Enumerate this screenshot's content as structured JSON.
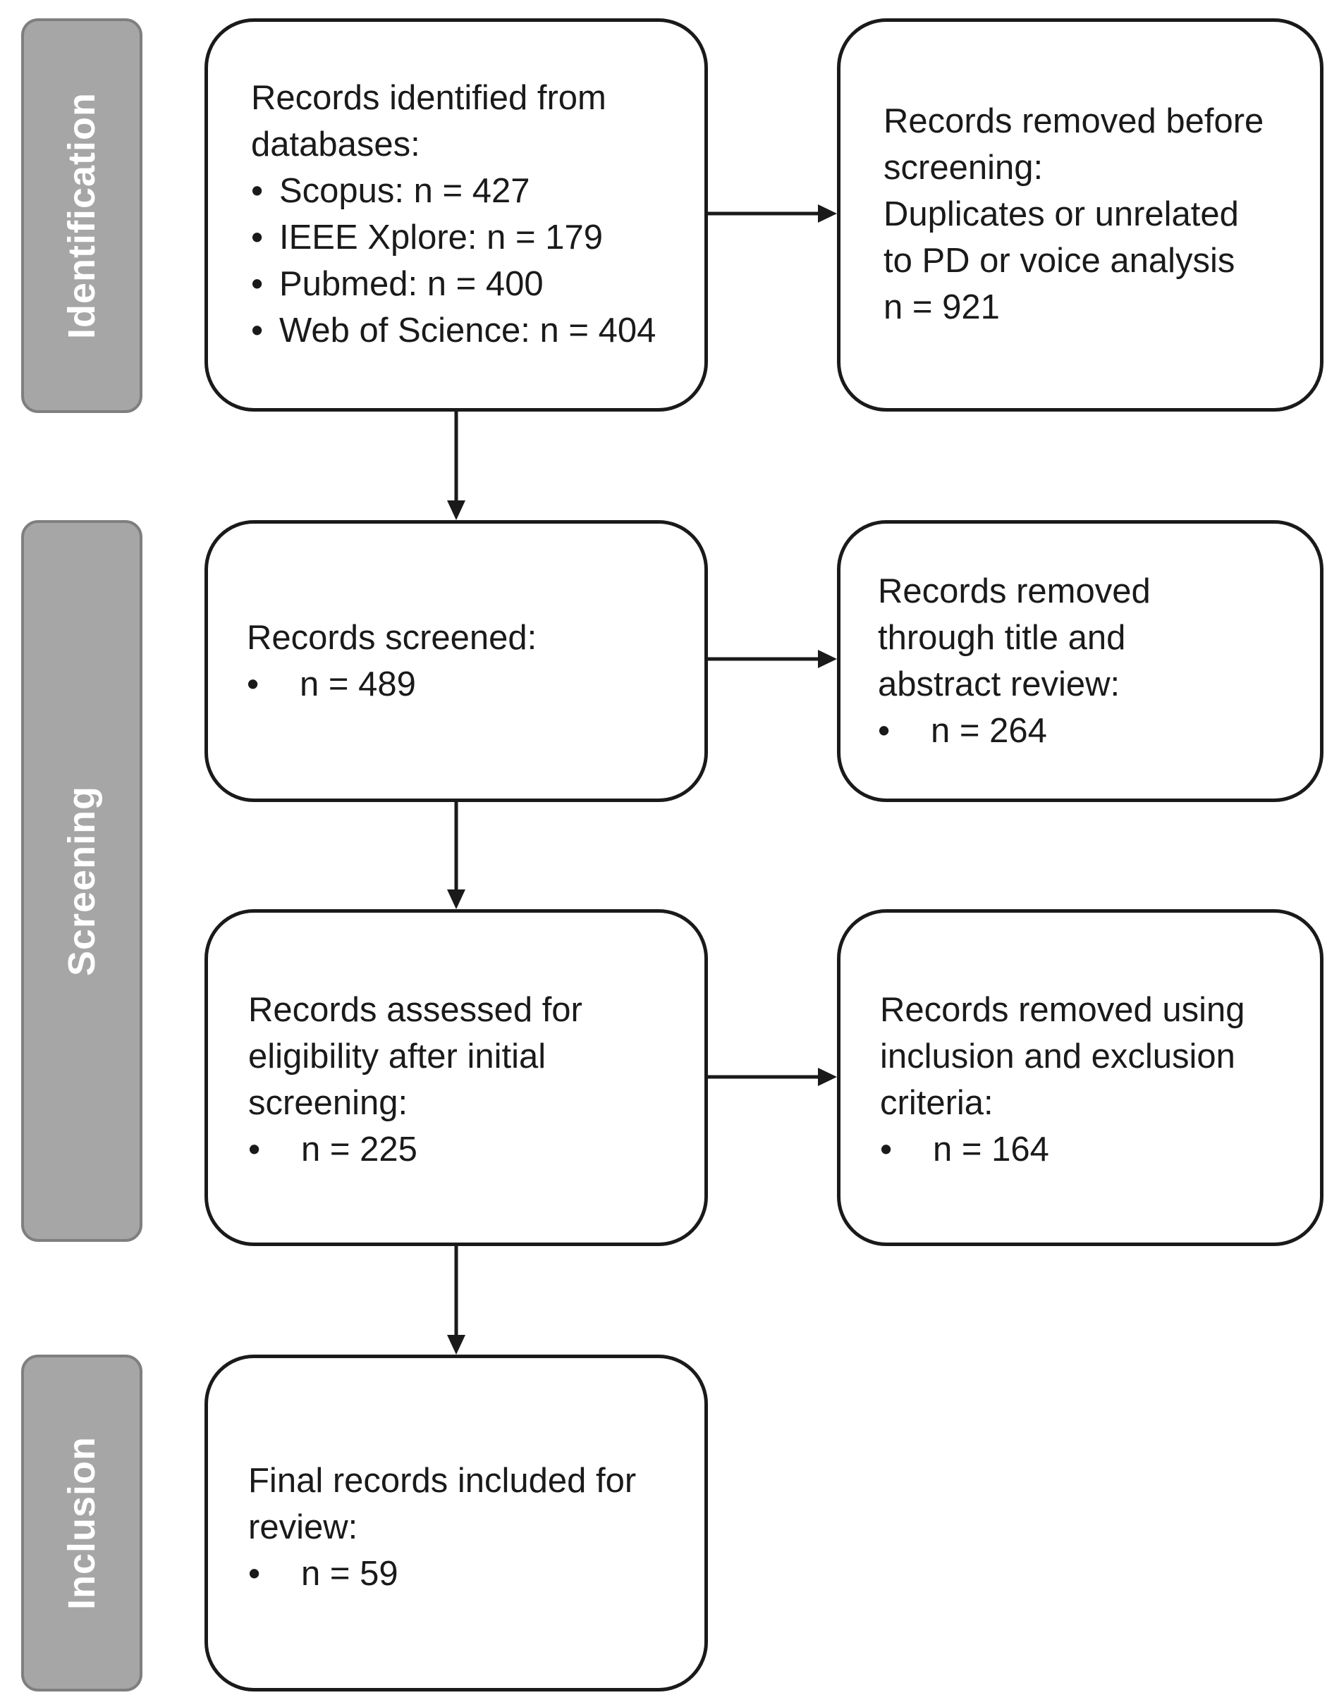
{
  "stages": {
    "identification": "Identification",
    "screening": "Screening",
    "inclusion": "Inclusion"
  },
  "identified": {
    "lines": [
      "Records identified from",
      "databases:"
    ],
    "bullets": [
      "Scopus: n = 427",
      "IEEE Xplore: n = 179",
      "Pubmed: n = 400",
      "Web of Science: n = 404"
    ]
  },
  "removed_before": {
    "lines": [
      "Records removed before",
      "screening:",
      "Duplicates or unrelated",
      "to PD or voice analysis",
      "n = 921"
    ]
  },
  "screened": {
    "lines": [
      "Records screened:"
    ],
    "bullet": "n = 489"
  },
  "removed_title": {
    "lines": [
      "Records removed",
      "through title and",
      "abstract review:"
    ],
    "bullet": "n = 264"
  },
  "assessed": {
    "lines": [
      "Records assessed for",
      "eligibility after initial",
      "screening:"
    ],
    "bullet": "n = 225"
  },
  "removed_criteria": {
    "lines": [
      "Records removed using",
      "inclusion and exclusion",
      "criteria:"
    ],
    "bullet": "n =  164"
  },
  "final": {
    "lines": [
      "Final records included for",
      "review:"
    ],
    "bullet": "n = 59"
  },
  "colors": {
    "stage_fill": "#a6a6a6",
    "stage_border": "#7f7f7f",
    "box_border": "#1a1a1a",
    "arrow": "#1a1a1a"
  }
}
